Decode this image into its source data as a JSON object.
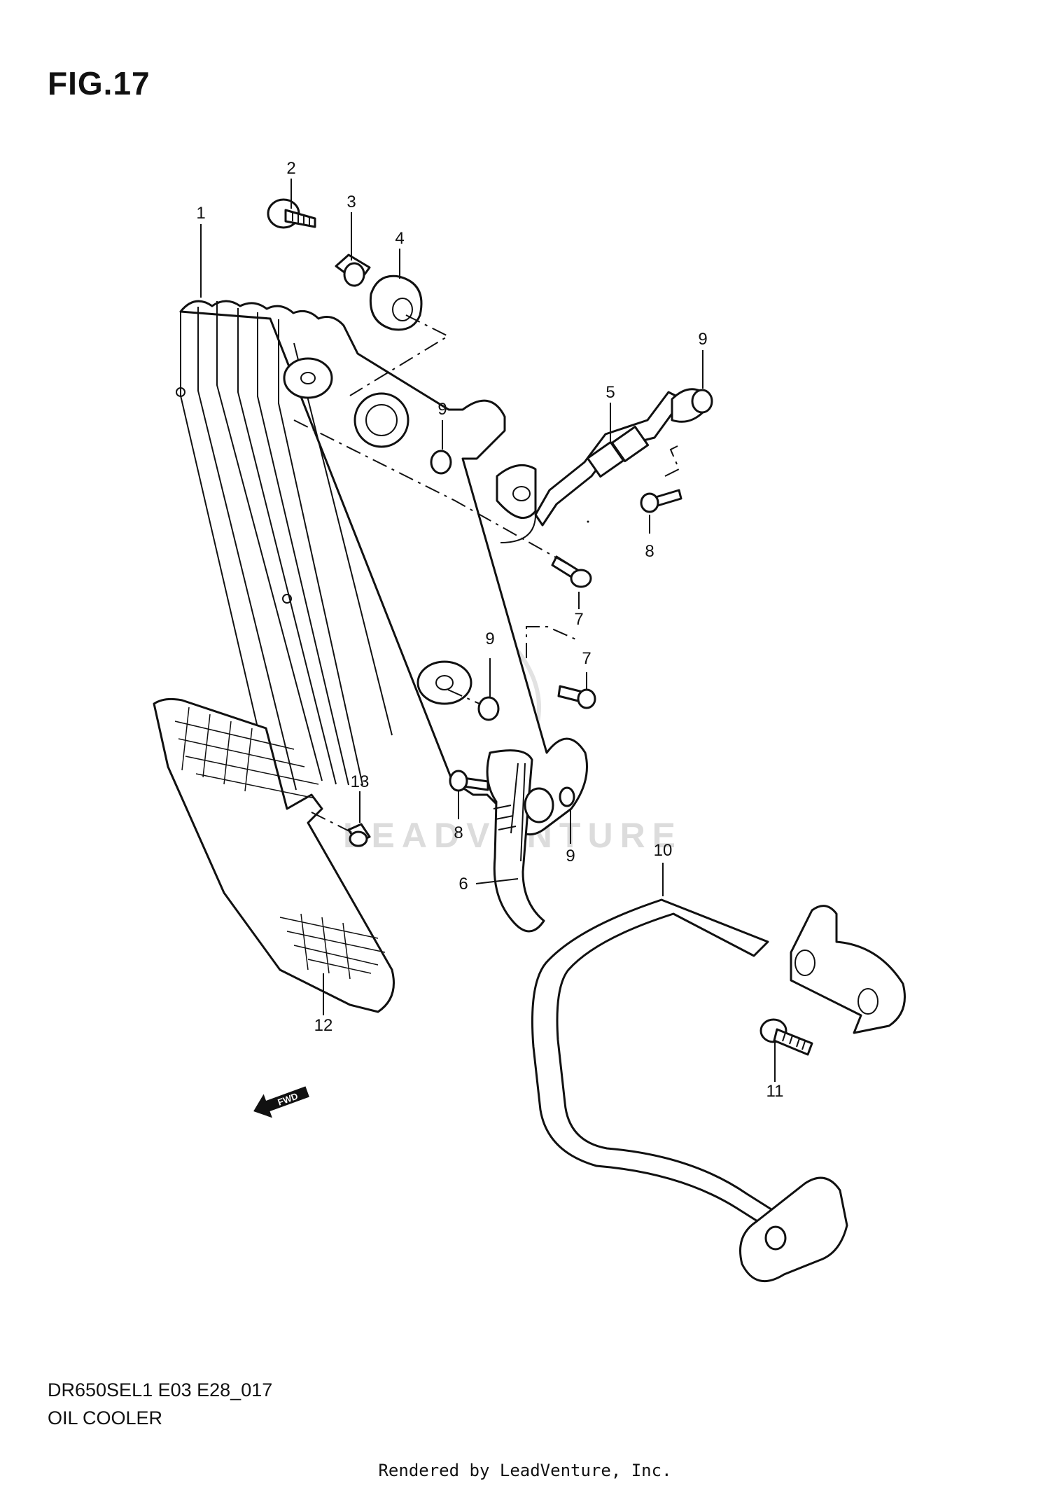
{
  "figure": {
    "title": "FIG.17"
  },
  "footer": {
    "model_code": "DR650SEL1 E03 E28_017",
    "assembly_name": "OIL COOLER"
  },
  "credit": {
    "rendered_by": "Rendered by LeadVenture, Inc."
  },
  "watermark": {
    "text": "LEADVENTURE"
  },
  "callouts": {
    "c1": "1",
    "c2": "2",
    "c3": "3",
    "c4": "4",
    "c5": "5",
    "c6": "6",
    "c7a": "7",
    "c7b": "7",
    "c8a": "8",
    "c8b": "8",
    "c9a": "9",
    "c9b": "9",
    "c9c": "9",
    "c9d": "9",
    "c10": "10",
    "c11": "11",
    "c12": "12",
    "c13": "13"
  },
  "fwd_arrow": {
    "text": "FWD"
  }
}
